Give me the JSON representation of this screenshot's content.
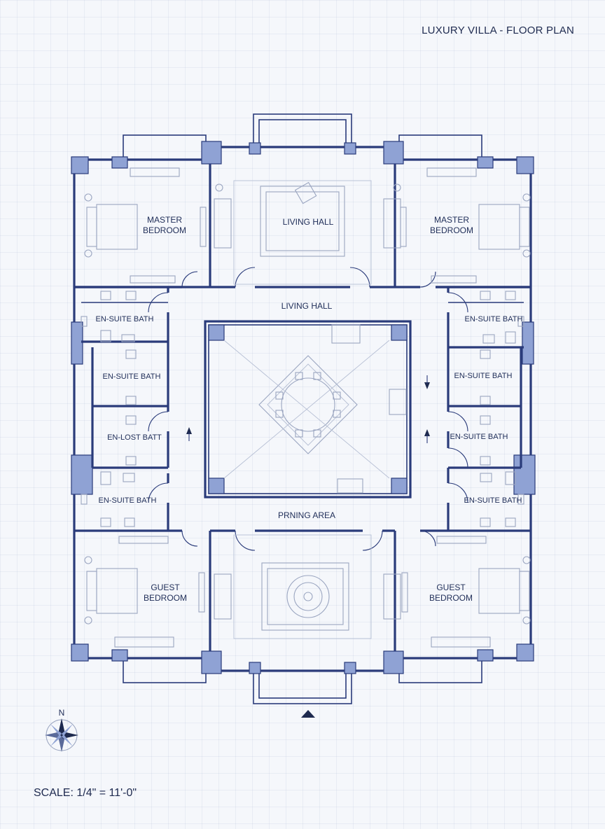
{
  "title": "LUXURY VILLA - FLOOR PLAN",
  "scale": "SCALE: 1/4\" = 11'-0\"",
  "compass": {
    "north": "N",
    "icon": "compass-rose-icon"
  },
  "rooms": {
    "master_left": [
      "MASTER",
      "BEDROOM"
    ],
    "living_top": "LIVING HALL",
    "master_right": [
      "MASTER",
      "BEDROOM"
    ],
    "living_center": "LIVING HALL",
    "bath_l1": "EN-SUITE BATH",
    "bath_l2": "EN-SUITE BATH",
    "bath_l3": "EN-LOST BATT",
    "bath_l4": "EN-SUITE BATH",
    "bath_r1": "EN-SUITE BATH",
    "bath_r2": "EN-SUITE BATH",
    "bath_r3": "EN-SUITE BATH",
    "bath_r4": "EN-SUITE BATH",
    "dining": "PRNING AREA",
    "guest_left": [
      "GUEST",
      "BEDROOM"
    ],
    "guest_right": [
      "GUEST",
      "BEDROOM"
    ]
  },
  "colors": {
    "wall": "#2a3b7a",
    "column_fill": "#8fa2d4",
    "furniture": "#9aa5c0",
    "text": "#22305a"
  }
}
